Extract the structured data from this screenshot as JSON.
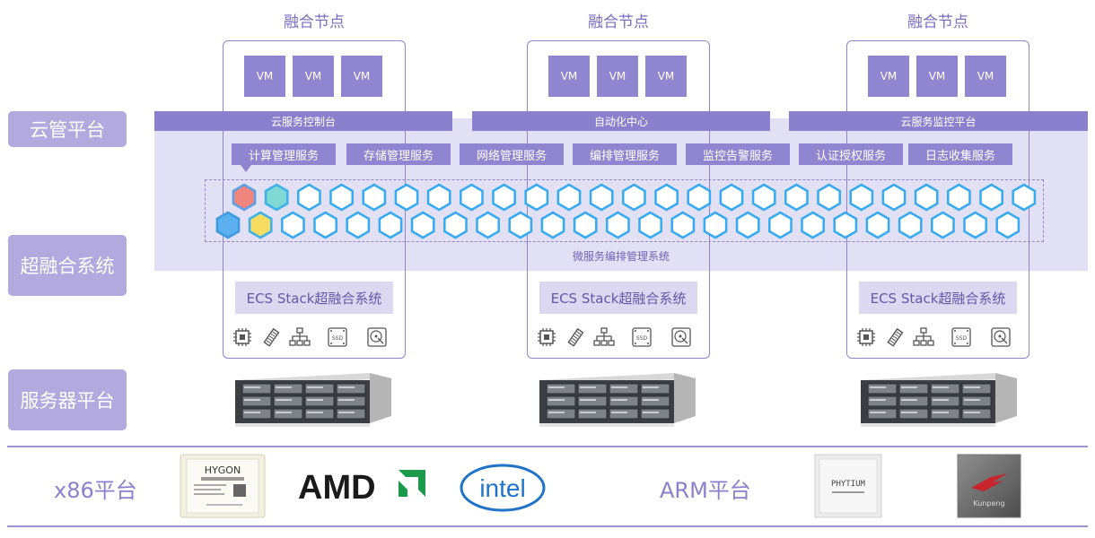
{
  "node_title": "融合节点",
  "vm_label": "VM",
  "layers": {
    "cloud": "云管平台",
    "hci": "超融合系统",
    "server": "服务器平台"
  },
  "bands": [
    "云服务控制台",
    "自动化中心",
    "云服务监控平台"
  ],
  "services": [
    "计算管理服务",
    "存储管理服务",
    "网络管理服务",
    "编排管理服务",
    "监控告警服务",
    "认证授权服务",
    "日志收集服务"
  ],
  "microservice_label": "微服务编排管理系统",
  "ecs_label": "ECS Stack超融合系统",
  "hardware_icons": [
    "cpu-icon",
    "memory-icon",
    "network-icon",
    "ssd-icon",
    "hdd-icon"
  ],
  "ssd_text": "SSD",
  "platforms": {
    "x86_label": "x86平台",
    "arm_label": "ARM平台",
    "hygon": {
      "brand": "HYGON"
    },
    "amd": {
      "text": "AMD"
    },
    "intel": {
      "text": "intel"
    },
    "phytium": {
      "brand": "PHYTIUM"
    },
    "kunpeng": {
      "brand": "Kunpeng"
    }
  },
  "colors": {
    "accent": "#9085d0",
    "panel": "#e2e0f5",
    "hex_stroke": "#35aaf0",
    "hex_red": "#f0857d",
    "hex_teal": "#7ed9d2",
    "hex_blue": "#5cb0ef",
    "hex_yellow": "#f6dd62"
  }
}
